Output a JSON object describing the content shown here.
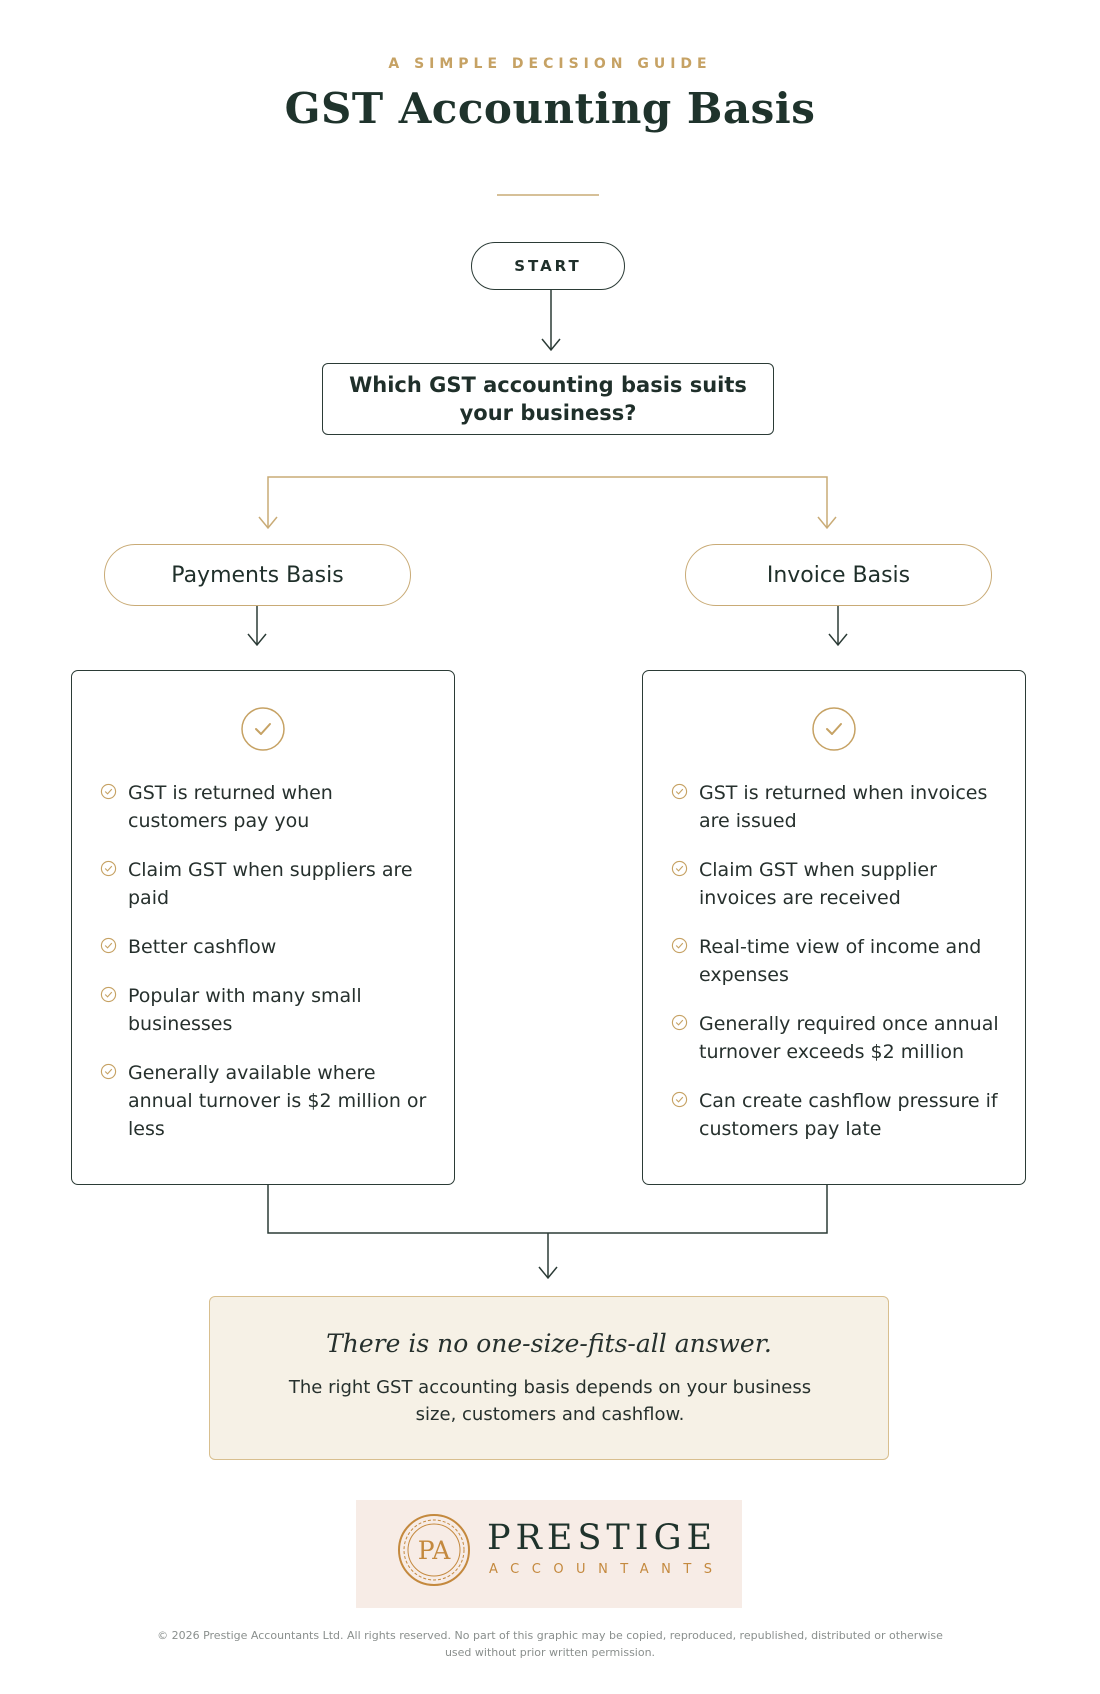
{
  "header": {
    "eyebrow": "A SIMPLE DECISION GUIDE",
    "title": "GST Accounting Basis"
  },
  "flow": {
    "start_label": "START",
    "question": "Which GST accounting basis suits your business?",
    "options": [
      {
        "label": "Payments Basis",
        "points": [
          "GST is returned when customers pay you",
          "Claim GST when suppliers are paid",
          "Better cashflow",
          "Popular with many small businesses",
          "Generally available where annual turnover is $2 million or less"
        ]
      },
      {
        "label": "Invoice Basis",
        "points": [
          "GST is returned when invoices are issued",
          "Claim GST when supplier invoices are received",
          "Real-time view of income and expenses",
          "Generally required once annual turnover exceeds $2 million",
          "Can create cashflow pressure if customers pay late"
        ]
      }
    ]
  },
  "summary": {
    "heading": "There is no one-size-fits-all answer.",
    "body": "The right GST accounting basis depends on your business size, customers and cashflow."
  },
  "logo": {
    "monogram": "PA",
    "name": "PRESTIGE",
    "sub": "ACCOUNTANTS"
  },
  "footer": {
    "copyright": "© 2026 Prestige Accountants Ltd. All rights reserved. No part of this graphic may be copied, reproduced, republished, distributed or otherwise used without prior written permission."
  },
  "colors": {
    "gold": "#c6a264",
    "dark_green": "#1f332c",
    "connector_dark": "#2b3b36",
    "summary_bg": "#f6f1e6"
  }
}
